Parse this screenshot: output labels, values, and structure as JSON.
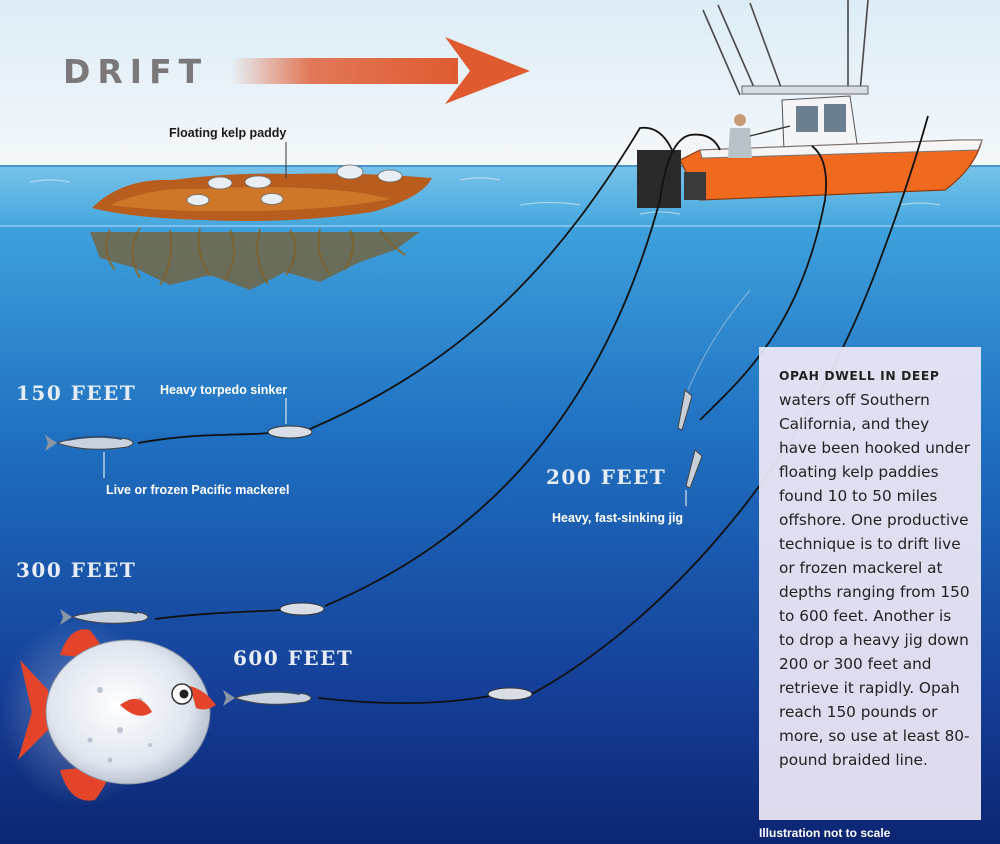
{
  "title": "DRIFT",
  "labels": {
    "kelp": "Floating kelp paddy",
    "depth_150": "150 FEET",
    "depth_300": "300 FEET",
    "depth_600": "600 FEET",
    "depth_200": "200 FEET",
    "sinker": "Heavy torpedo sinker",
    "mackerel": "Live or frozen Pacific mackerel",
    "jig": "Heavy, fast-sinking jig"
  },
  "info": {
    "lead": "OPAH DWELL IN DEEP",
    "body": "waters off Southern California, and they have been hooked under floating kelp paddies found 10 to 50 miles offshore. One productive technique is to drift live or frozen mackerel at depths ranging from 150 to 600 feet. Another is to drop a heavy jig down 200 or 300 feet and retrieve it rapidly. Opah reach 150 pounds or more, so use at least 80-pound braided line."
  },
  "note": "Illustration not to scale",
  "colors": {
    "sky": "#e9f3fa",
    "water_top": "#3fa6de",
    "water_deep": "#0d2a7a",
    "arrow": "#e05a30",
    "boat_hull": "#ef6a1e"
  }
}
